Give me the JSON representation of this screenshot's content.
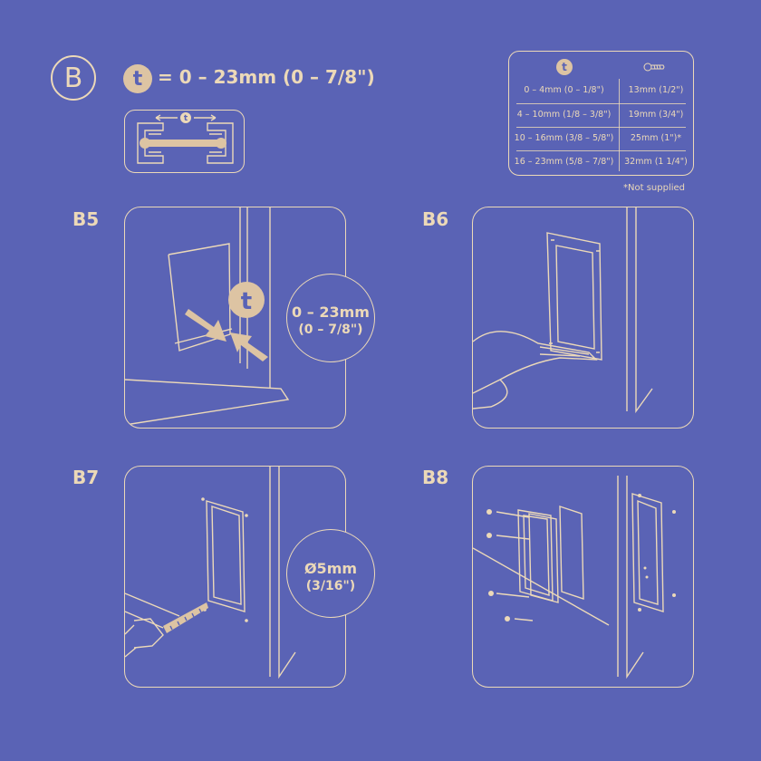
{
  "header": {
    "section_letter": "B",
    "thickness_symbol": "t",
    "thickness_range": "= 0 – 23mm (0 – 7/8\")"
  },
  "thickness_diagram": {
    "symbol": "t"
  },
  "screw_table": {
    "header_symbol": "t",
    "header_icon": "screw-icon",
    "rows": [
      {
        "thickness": "0 – 4mm (0 – 1/8\")",
        "screw": "13mm (1/2\")"
      },
      {
        "thickness": "4 – 10mm (1/8 – 3/8\")",
        "screw": "19mm (3/4\")"
      },
      {
        "thickness": "10 – 16mm (3/8 – 5/8\")",
        "screw": "25mm (1\")*"
      },
      {
        "thickness": "16 – 23mm (5/8 – 7/8\")",
        "screw": "32mm (1 1/4\")"
      }
    ],
    "footnote": "*Not supplied"
  },
  "steps": [
    {
      "label": "B5",
      "callout_line1": "0 – 23mm",
      "callout_line2": "(0 – 7/8\")",
      "symbol": "t"
    },
    {
      "label": "B6"
    },
    {
      "label": "B7",
      "callout_line1": "Ø5mm",
      "callout_line2": "(3/16\")"
    },
    {
      "label": "B8"
    }
  ],
  "colors": {
    "background": "#5a63b5",
    "line": "#ecd9b8",
    "fill": "#ddc4a3"
  }
}
